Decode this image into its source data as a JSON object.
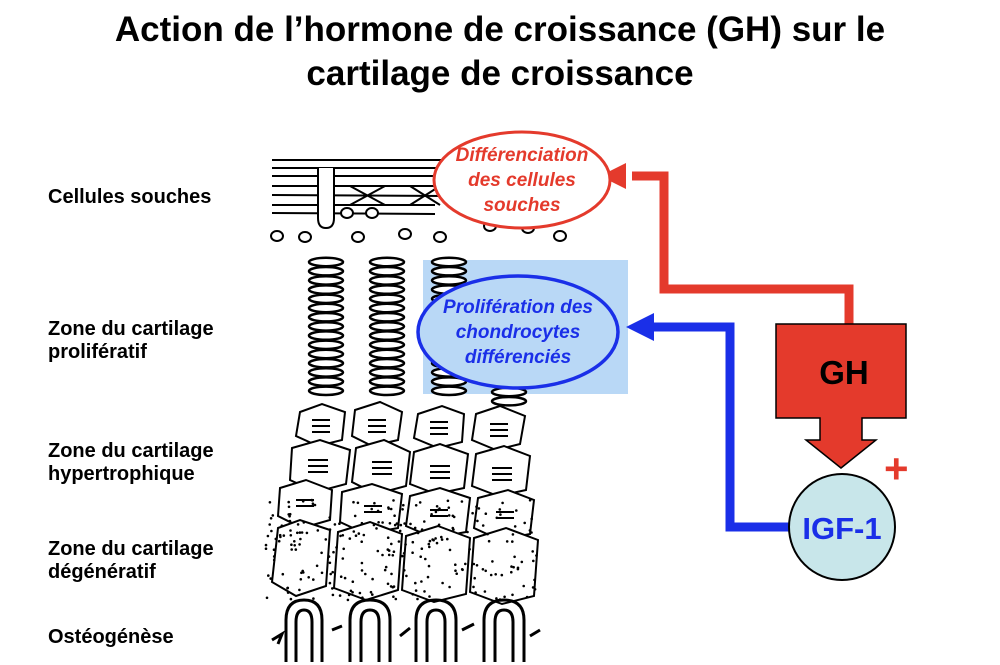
{
  "title": {
    "line1": "Action de l’hormone de croissance (GH) sur le",
    "line2": "cartilage de croissance"
  },
  "zones": [
    {
      "line1": "Cellules souches",
      "line2": ""
    },
    {
      "line1": "Zone du cartilage",
      "line2": "prolifératif"
    },
    {
      "line1": "Zone du cartilage",
      "line2": "hypertrophique"
    },
    {
      "line1": "Zone du cartilage",
      "line2": "dégénératif"
    },
    {
      "line1": "Ostéogénèse",
      "line2": ""
    }
  ],
  "effects": {
    "differentiation": {
      "line1": "Différenciation",
      "line2": "des cellules",
      "line3": "souches",
      "color": "#e43a2c"
    },
    "proliferation": {
      "line1": "Prolifération des",
      "line2": "chondrocytes",
      "line3": "différenciés",
      "color": "#1a2fe8",
      "highlight_color": "#b9d8f6"
    }
  },
  "hormones": {
    "gh": {
      "label": "GH",
      "color": "#e43a2c"
    },
    "igf1": {
      "label": "IGF-1",
      "color": "#1a2fe8",
      "fill": "#c8e6ea"
    },
    "stimulation_sign": "+"
  }
}
